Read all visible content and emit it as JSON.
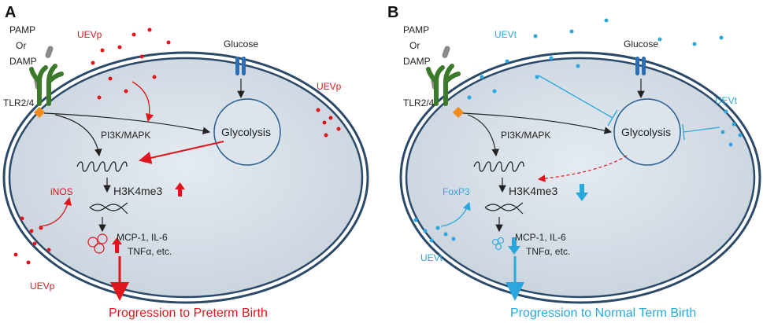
{
  "colors": {
    "red": "#e0161c",
    "blue": "#2aa7dd",
    "cell_fill": "#d3dbe3",
    "membrane": "#2b4a6a",
    "receptor_green": "#3b7a2a",
    "glucose_transporter": "#2a6fb5",
    "ligand_gray": "#8a8a8a",
    "tlr_node": "#f28c1e"
  },
  "panel_a": {
    "letter": "A",
    "ligand_labels": [
      "PAMP",
      "Or",
      "DAMP"
    ],
    "receptor_label": "TLR2/4",
    "vesicle_label": "UEVp",
    "vesicle_label_right": "UEVp",
    "vesicle_label_bottom": "UEVp",
    "glucose_label": "Glucose",
    "glycolysis_label": "Glycolysis",
    "pathway_label": "PI3K/MAPK",
    "inos_label": "iNOS",
    "histone_mark_label": "H3K4me3",
    "cytokine_line1": "MCP-1, IL-6",
    "cytokine_line2": "TNFα, etc.",
    "outcome": "Progression to Preterm Birth"
  },
  "panel_b": {
    "letter": "B",
    "ligand_labels": [
      "PAMP",
      "Or",
      "DAMP"
    ],
    "receptor_label": "TLR2/4",
    "vesicle_label": "UEVt",
    "vesicle_label_right": "UEVt",
    "vesicle_label_bottom": "UEVt",
    "glucose_label": "Glucose",
    "glycolysis_label": "Glycolysis",
    "pathway_label": "PI3K/MAPK",
    "foxp3_label": "FoxP3",
    "histone_mark_label": "H3K4me3",
    "cytokine_line1": "MCP-1, IL-6",
    "cytokine_line2": "TNFα, etc.",
    "outcome": "Progression to Normal Term Birth"
  }
}
